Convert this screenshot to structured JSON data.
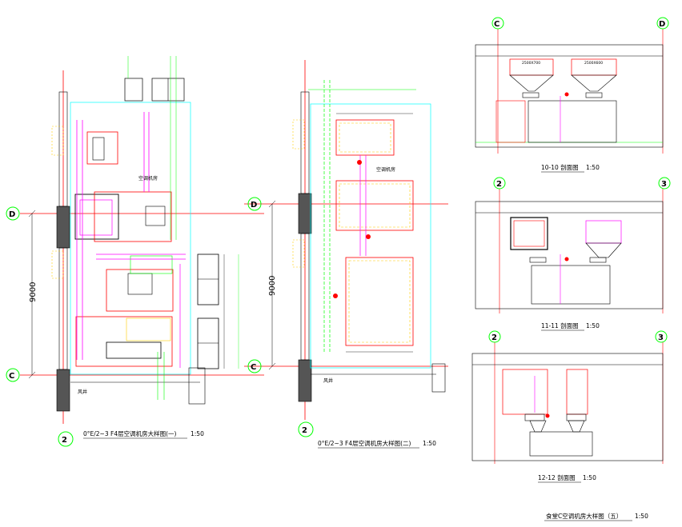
{
  "drawing": {
    "sheet_title": "食堂C空调机房大样图（五）",
    "sheet_scale": "1:50",
    "plans": [
      {
        "title": "0°E/2~3 F4层空调机房大样图(一)",
        "scale": "1:50",
        "room_label": "空调机房",
        "shaft_label": "风井",
        "dimension": "9000",
        "axis_top": "D",
        "axis_bottom": "C",
        "axis_col": "2"
      },
      {
        "title": "0°E/2~3 F4层空调机房大样图(二)",
        "scale": "1:50",
        "room_label": "空调机房",
        "shaft_label": "风井",
        "dimension": "9000",
        "axis_top": "D",
        "axis_bottom": "C",
        "axis_col": "2"
      }
    ],
    "sections": [
      {
        "title": "10-10 剖面图",
        "scale": "1:50",
        "axis_left": "C",
        "axis_right": "D",
        "box_a": "2500X700",
        "box_b": "2500X600"
      },
      {
        "title": "11-11 剖面图",
        "scale": "1:50",
        "axis_left": "2",
        "axis_right": "3"
      },
      {
        "title": "12-12 剖面图",
        "scale": "1:50",
        "axis_left": "2",
        "axis_right": "3"
      }
    ]
  }
}
